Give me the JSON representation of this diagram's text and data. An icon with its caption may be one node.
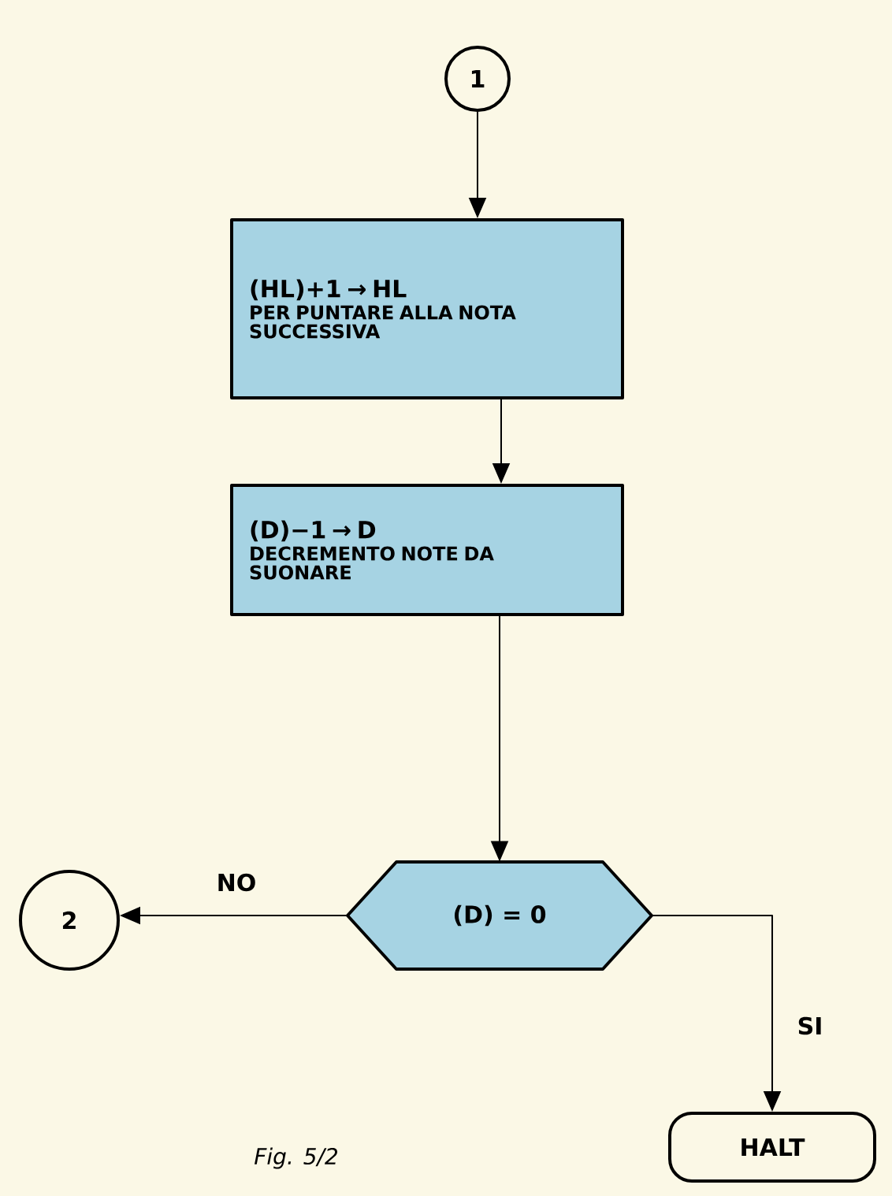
{
  "diagram": {
    "nodes": [
      {
        "text": [
          "1"
        ]
      },
      {
        "text": [
          "(HL)+1 → HL",
          "PER PUNTARE ALLA NOTA SUCCESSIVA"
        ]
      },
      {
        "text": [
          "(D)−1 → D",
          "DECREMENTO NOTE DA SUONARE"
        ]
      },
      {
        "text": [
          "(D) = 0"
        ]
      },
      {
        "text": [
          "2"
        ]
      },
      {
        "text": [
          "HALT"
        ]
      }
    ],
    "edges": [
      {
        "from": 0,
        "to": 1,
        "arrow": "to"
      },
      {
        "from": 1,
        "to": 2,
        "arrow": "to"
      },
      {
        "from": 2,
        "to": 3,
        "arrow": "to"
      },
      {
        "from": 3,
        "to": 4,
        "arrow": "to",
        "label": "NO"
      },
      {
        "from": 3,
        "to": 5,
        "arrow": "to",
        "label": "SI"
      }
    ],
    "labels": [
      "Fig. 5/2"
    ]
  }
}
